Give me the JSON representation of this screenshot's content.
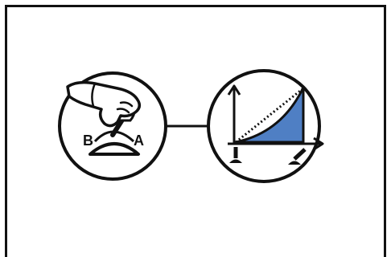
{
  "labels": {
    "pedal_position_b": "B",
    "pedal_position_a": "A"
  },
  "icons": {
    "left_circle": "hand-on-pedal-icon",
    "right_circle": "progressive-response-curve-icon",
    "connector": "connector-line"
  },
  "colors": {
    "outline": "#111111",
    "curve_fill": "#4f7fc4",
    "background": "#ffffff"
  }
}
